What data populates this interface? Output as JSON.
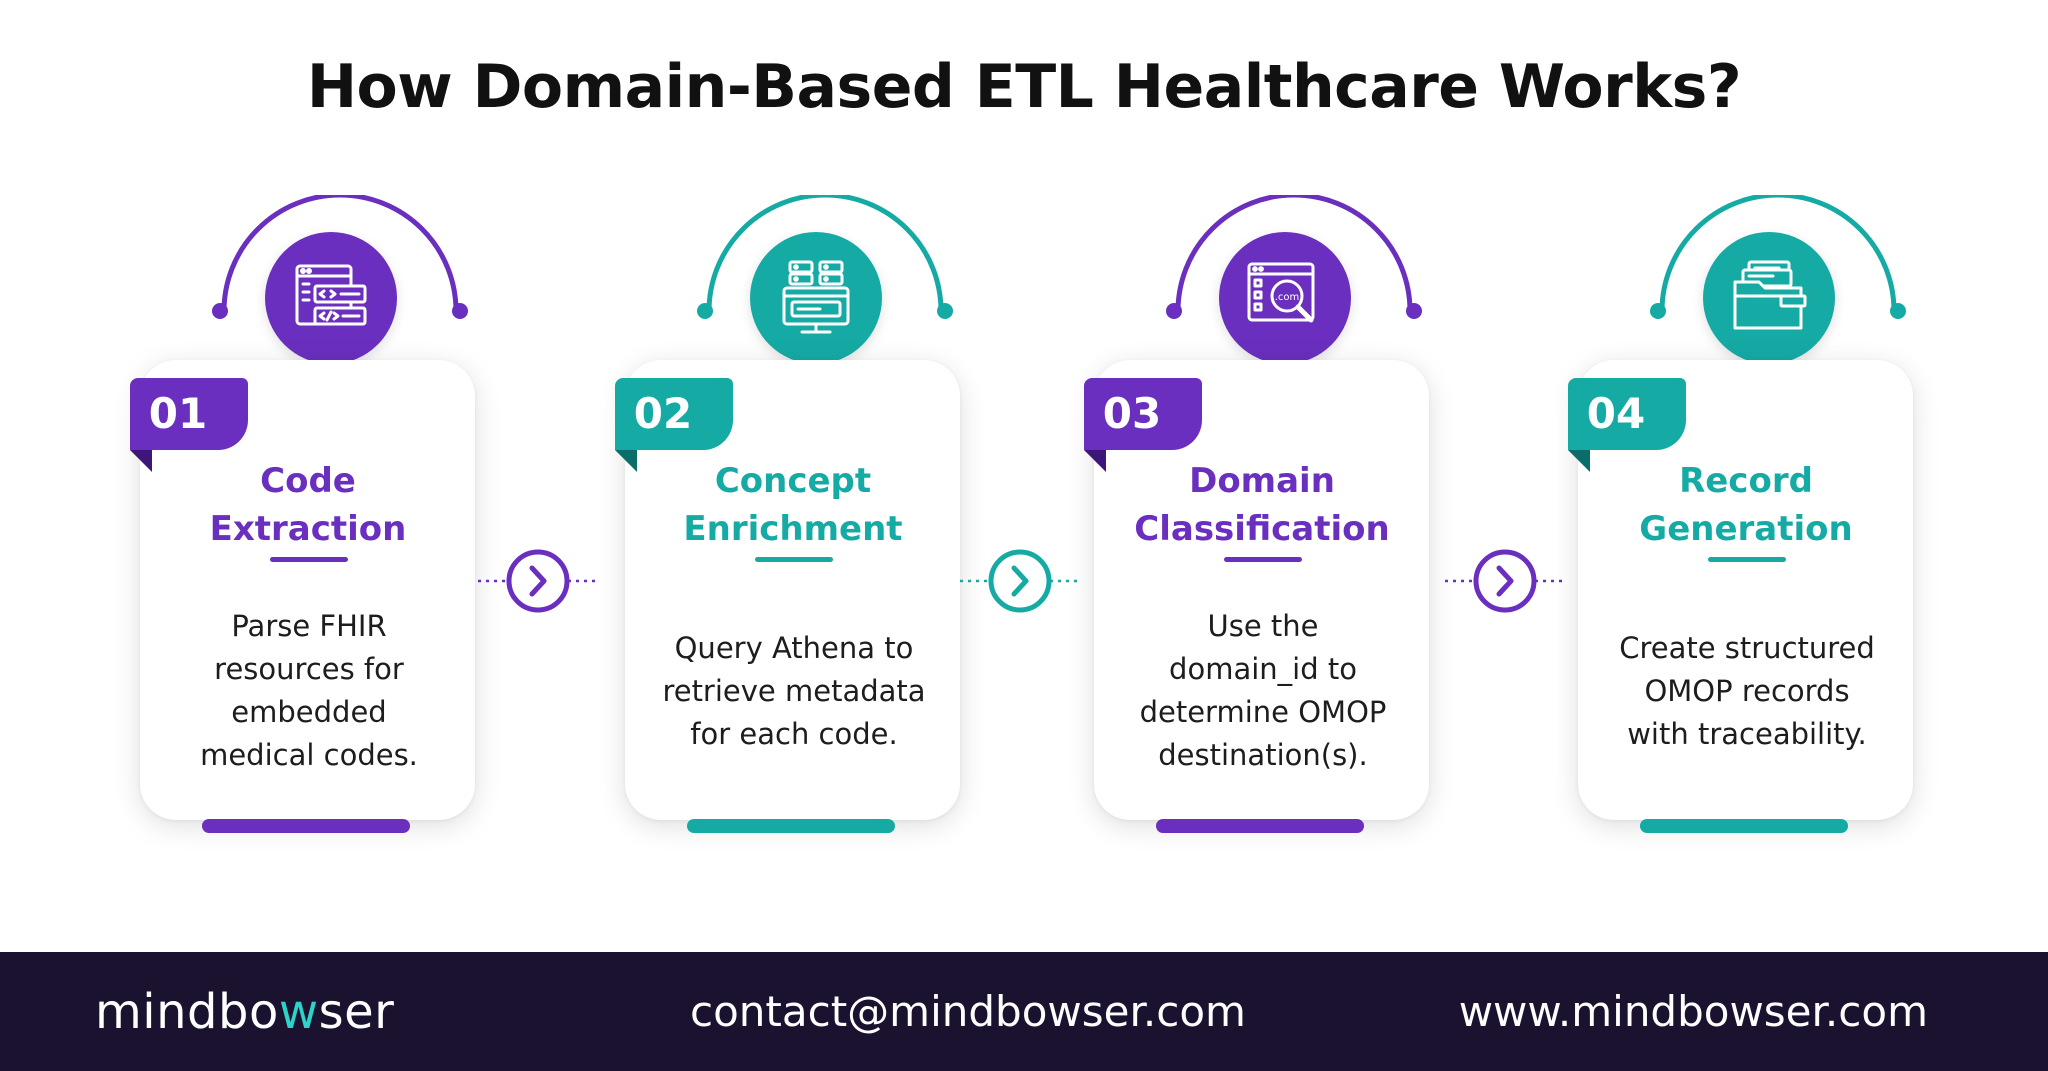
{
  "title": "How Domain-Based ETL Healthcare Works?",
  "colors": {
    "purple": "#6a2fbf",
    "teal": "#16aaa5",
    "footer_bg": "#1b1230"
  },
  "steps": [
    {
      "number": "01",
      "title_lines": [
        "Code",
        "Extraction"
      ],
      "text_lines": [
        "Parse FHIR",
        "resources for",
        "embedded",
        "medical codes."
      ],
      "icon": "code-window-icon",
      "color": "purple"
    },
    {
      "number": "02",
      "title_lines": [
        "Concept",
        "Enrichment"
      ],
      "text_lines": [
        "Query Athena to",
        "retrieve metadata",
        "for each code."
      ],
      "icon": "database-monitor-icon",
      "color": "teal"
    },
    {
      "number": "03",
      "title_lines": [
        "Domain",
        "Classification"
      ],
      "text_lines": [
        "Use the",
        "domain_id to",
        "determine OMOP",
        "destination(s)."
      ],
      "icon": "dotcom-search-icon",
      "color": "purple"
    },
    {
      "number": "04",
      "title_lines": [
        "Record",
        "Generation"
      ],
      "text_lines": [
        "Create structured",
        "OMOP records",
        "with traceability."
      ],
      "icon": "folder-files-icon",
      "color": "teal"
    }
  ],
  "footer": {
    "brand_prefix": "mindbo",
    "brand_accent": "w",
    "brand_suffix": "ser",
    "contact": "contact@mindbowser.com",
    "website": "www.mindbowser.com"
  }
}
